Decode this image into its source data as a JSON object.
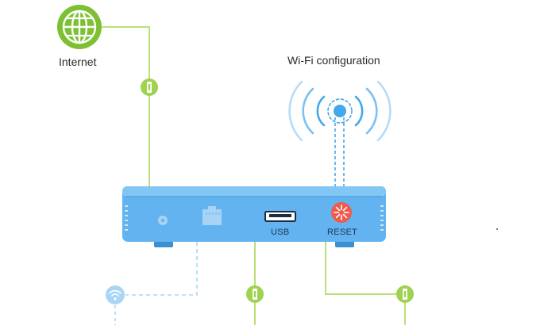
{
  "labels": {
    "internet": "Internet",
    "wifi_configuration": "Wi-Fi configuration",
    "usb": "USB",
    "reset": "RESET"
  },
  "icons": {
    "internet": "globe-icon",
    "wifi_signal": "wifi-signal-icon",
    "cable_connector": "cable-plug-icon",
    "ethernet_port": "ethernet-port-icon",
    "usb_port": "usb-port-icon",
    "reset_button": "reset-icon",
    "power_jack": "power-jack-icon",
    "wifi_client": "wifi-icon"
  },
  "colors": {
    "globe_green": "#7dc132",
    "line_green": "#b9e07a",
    "connector_green": "#9fd24f",
    "router_body": "#62b3ef",
    "router_top": "#82c6f4",
    "router_dark": "#3a8fd0",
    "wifi_blue": "#45a7ec",
    "wifi_light": "#a9d6f6",
    "reset_red": "#f05a4b",
    "port_light": "#a9d3f5",
    "text": "#2a2a2a"
  }
}
